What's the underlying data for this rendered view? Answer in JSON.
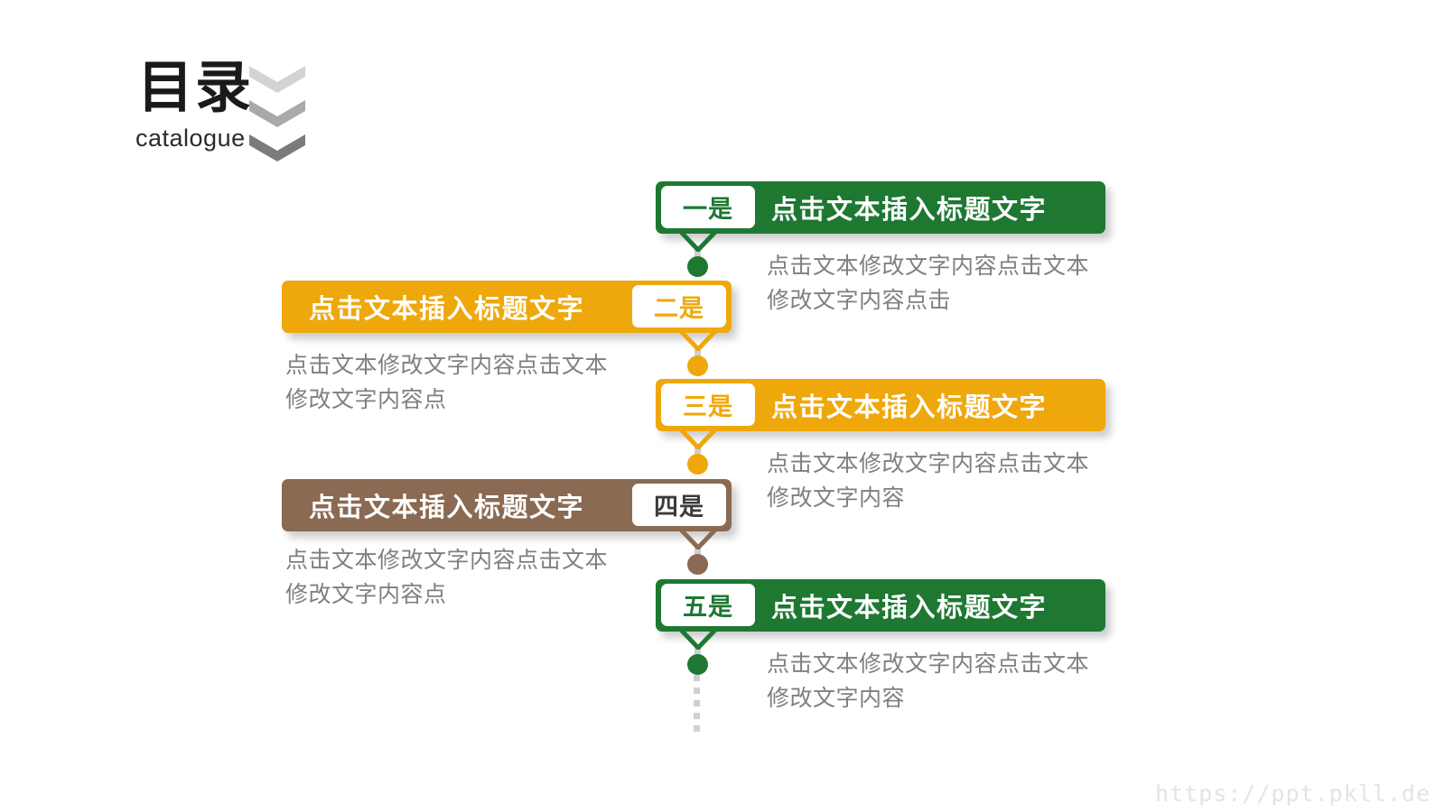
{
  "header": {
    "title": "目录",
    "subtitle": "catalogue",
    "chevron_icon": "chevron-down-icon",
    "chevron_colors": [
      "#d3d3d3",
      "#a9a9a9",
      "#7b7b7b"
    ]
  },
  "palette": {
    "green": "#1E7832",
    "orange": "#EFA80C",
    "brown": "#8A6A52",
    "body_text": "#7f7f7f",
    "spine_dash": "#cfcfcf",
    "watermark": "#e4e4e4"
  },
  "items": [
    {
      "badge": "一是",
      "title": "点击文本插入标题文字",
      "desc_line1": "点击文本修改文字内容点击文本",
      "desc_line2": "修改文字内容点击",
      "color": "#1E7832",
      "side": "right"
    },
    {
      "badge": "二是",
      "title": "点击文本插入标题文字",
      "desc_line1": "点击文本修改文字内容点击文本",
      "desc_line2": "修改文字内容点",
      "color": "#EFA80C",
      "side": "left"
    },
    {
      "badge": "三是",
      "title": "点击文本插入标题文字",
      "desc_line1": "点击文本修改文字内容点击文本",
      "desc_line2": "修改文字内容",
      "color": "#EFA80C",
      "side": "right"
    },
    {
      "badge": "四是",
      "title": "点击文本插入标题文字",
      "desc_line1": "点击文本修改文字内容点击文本",
      "desc_line2": "修改文字内容点",
      "color": "#8A6A52",
      "side": "left"
    },
    {
      "badge": "五是",
      "title": "点击文本插入标题文字",
      "desc_line1": "点击文本修改文字内容点击文本",
      "desc_line2": "修改文字内容",
      "color": "#1E7832",
      "side": "right"
    }
  ],
  "watermark": "https://ppt.pkll.de"
}
